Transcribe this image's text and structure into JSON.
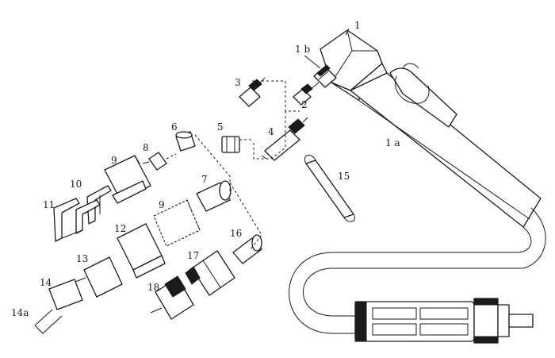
{
  "labels": {
    "l1": "1",
    "l1a": "1 a",
    "l1b": "1 b",
    "l2": "2",
    "l3": "3",
    "l4": "4",
    "l5": "5",
    "l6": "6",
    "l7": "7",
    "l8": "8",
    "l9a": "9",
    "l9b": "9",
    "l10": "10",
    "l11": "11",
    "l12": "12",
    "l13": "13",
    "l14": "14",
    "l14a": "14a",
    "l15": "15",
    "l16": "16",
    "l17": "17",
    "l18": "18"
  }
}
